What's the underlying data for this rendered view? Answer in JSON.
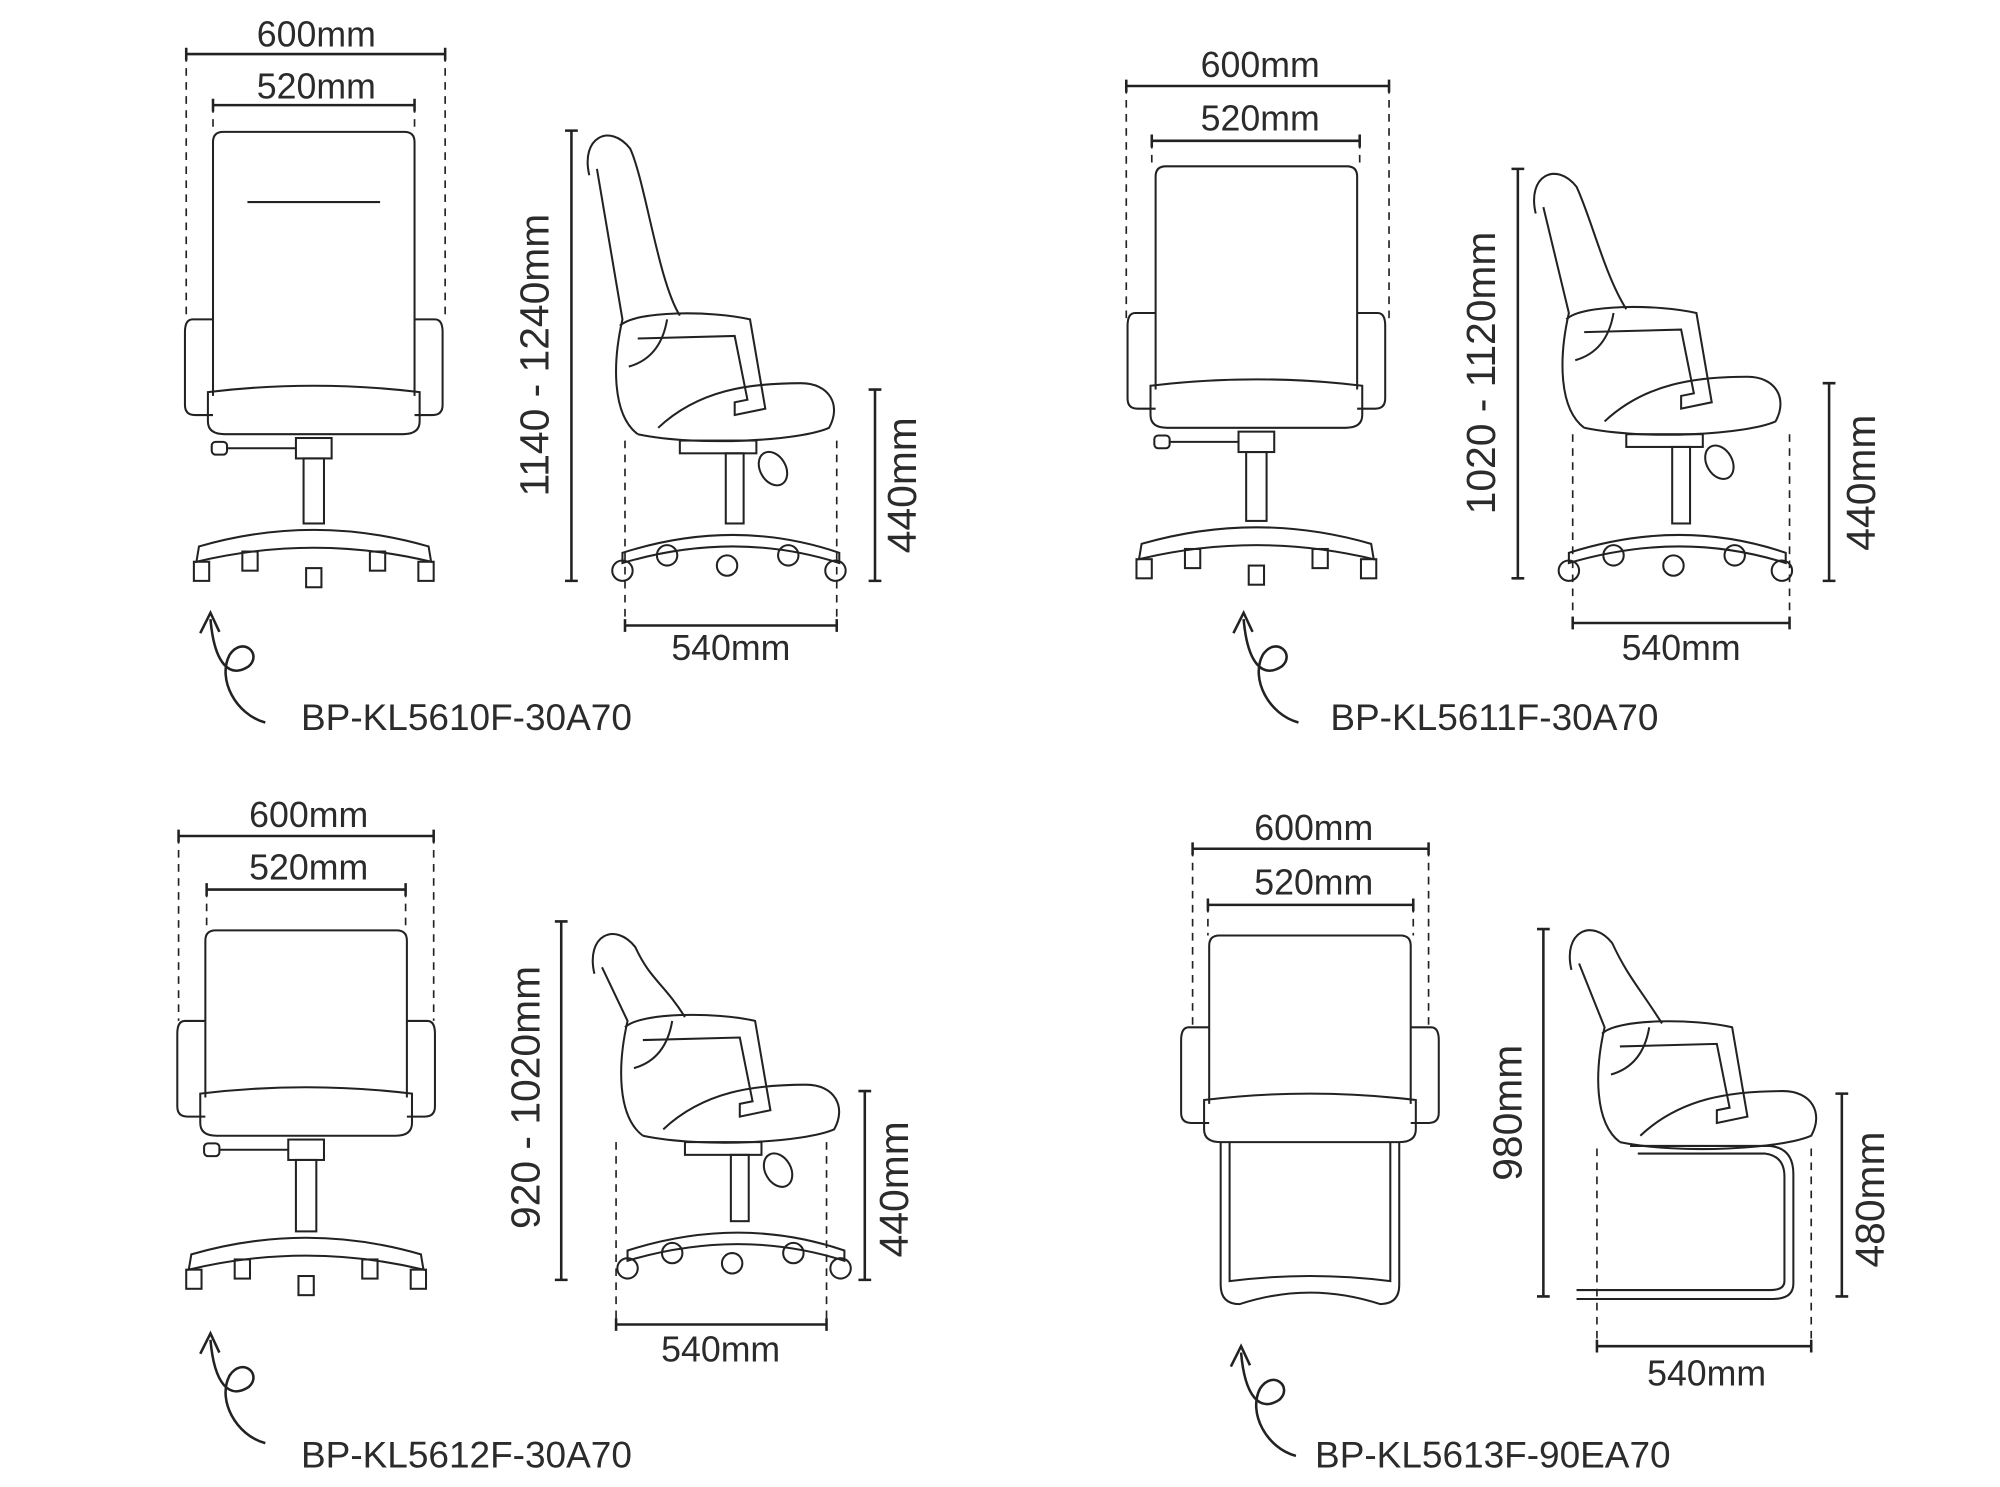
{
  "products": [
    {
      "model": "BP-KL5610F-30A70",
      "overall_width": "600mm",
      "seat_width": "520mm",
      "height": "1140 - 1240mm",
      "seat_height": "440mm",
      "depth": "540mm"
    },
    {
      "model": "BP-KL5611F-30A70",
      "overall_width": "600mm",
      "seat_width": "520mm",
      "height": "1020 - 1120mm",
      "seat_height": "440mm",
      "depth": "540mm"
    },
    {
      "model": "BP-KL5612F-30A70",
      "overall_width": "600mm",
      "seat_width": "520mm",
      "height": "920 - 1020mm",
      "seat_height": "440mm",
      "depth": "540mm"
    },
    {
      "model": "BP-KL5613F-90EA70",
      "overall_width": "600mm",
      "seat_width": "520mm",
      "height": "980mm",
      "seat_height": "480mm",
      "depth": "540mm"
    }
  ],
  "colors": {
    "line": "#222222",
    "text": "#2b2b2b",
    "background": "#ffffff"
  }
}
